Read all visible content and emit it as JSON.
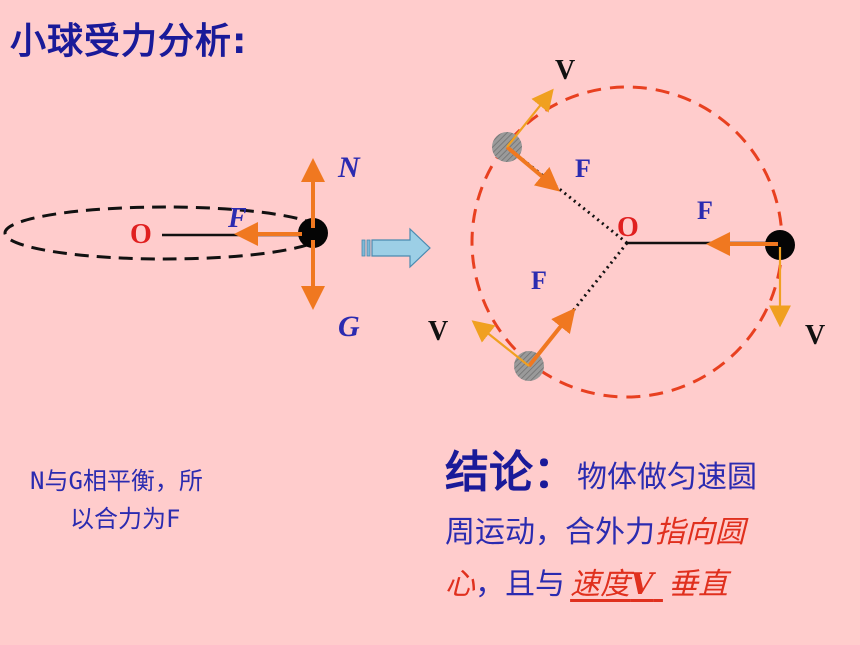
{
  "title": "小球受力分析:",
  "left_diagram": {
    "center_label": "O",
    "force_label": "F",
    "normal_label": "N",
    "gravity_label": "G"
  },
  "right_diagram": {
    "center_label": "O",
    "force_labels": [
      "F",
      "F",
      "F"
    ],
    "velocity_labels": [
      "V",
      "V",
      "V"
    ]
  },
  "note": {
    "line1": "N与G相平衡，所",
    "line2": "以合力为F"
  },
  "conclusion": {
    "heading": "结论：",
    "text1": "物体做匀速圆",
    "text2": "周运动，合外力",
    "emphasis1": "指向圆",
    "emphasis1b": "心",
    "text3": "，且与",
    "emphasis2_pre": "速度",
    "emphasis2_v": "V",
    "emphasis2_post": "垂直"
  },
  "colors": {
    "background": "#FFCCCC",
    "title": "#1A1A99",
    "force_arrow": "#F07820",
    "velocity_arrow": "#F0A020",
    "circle": "#E84020",
    "center_label": "#E02020"
  }
}
